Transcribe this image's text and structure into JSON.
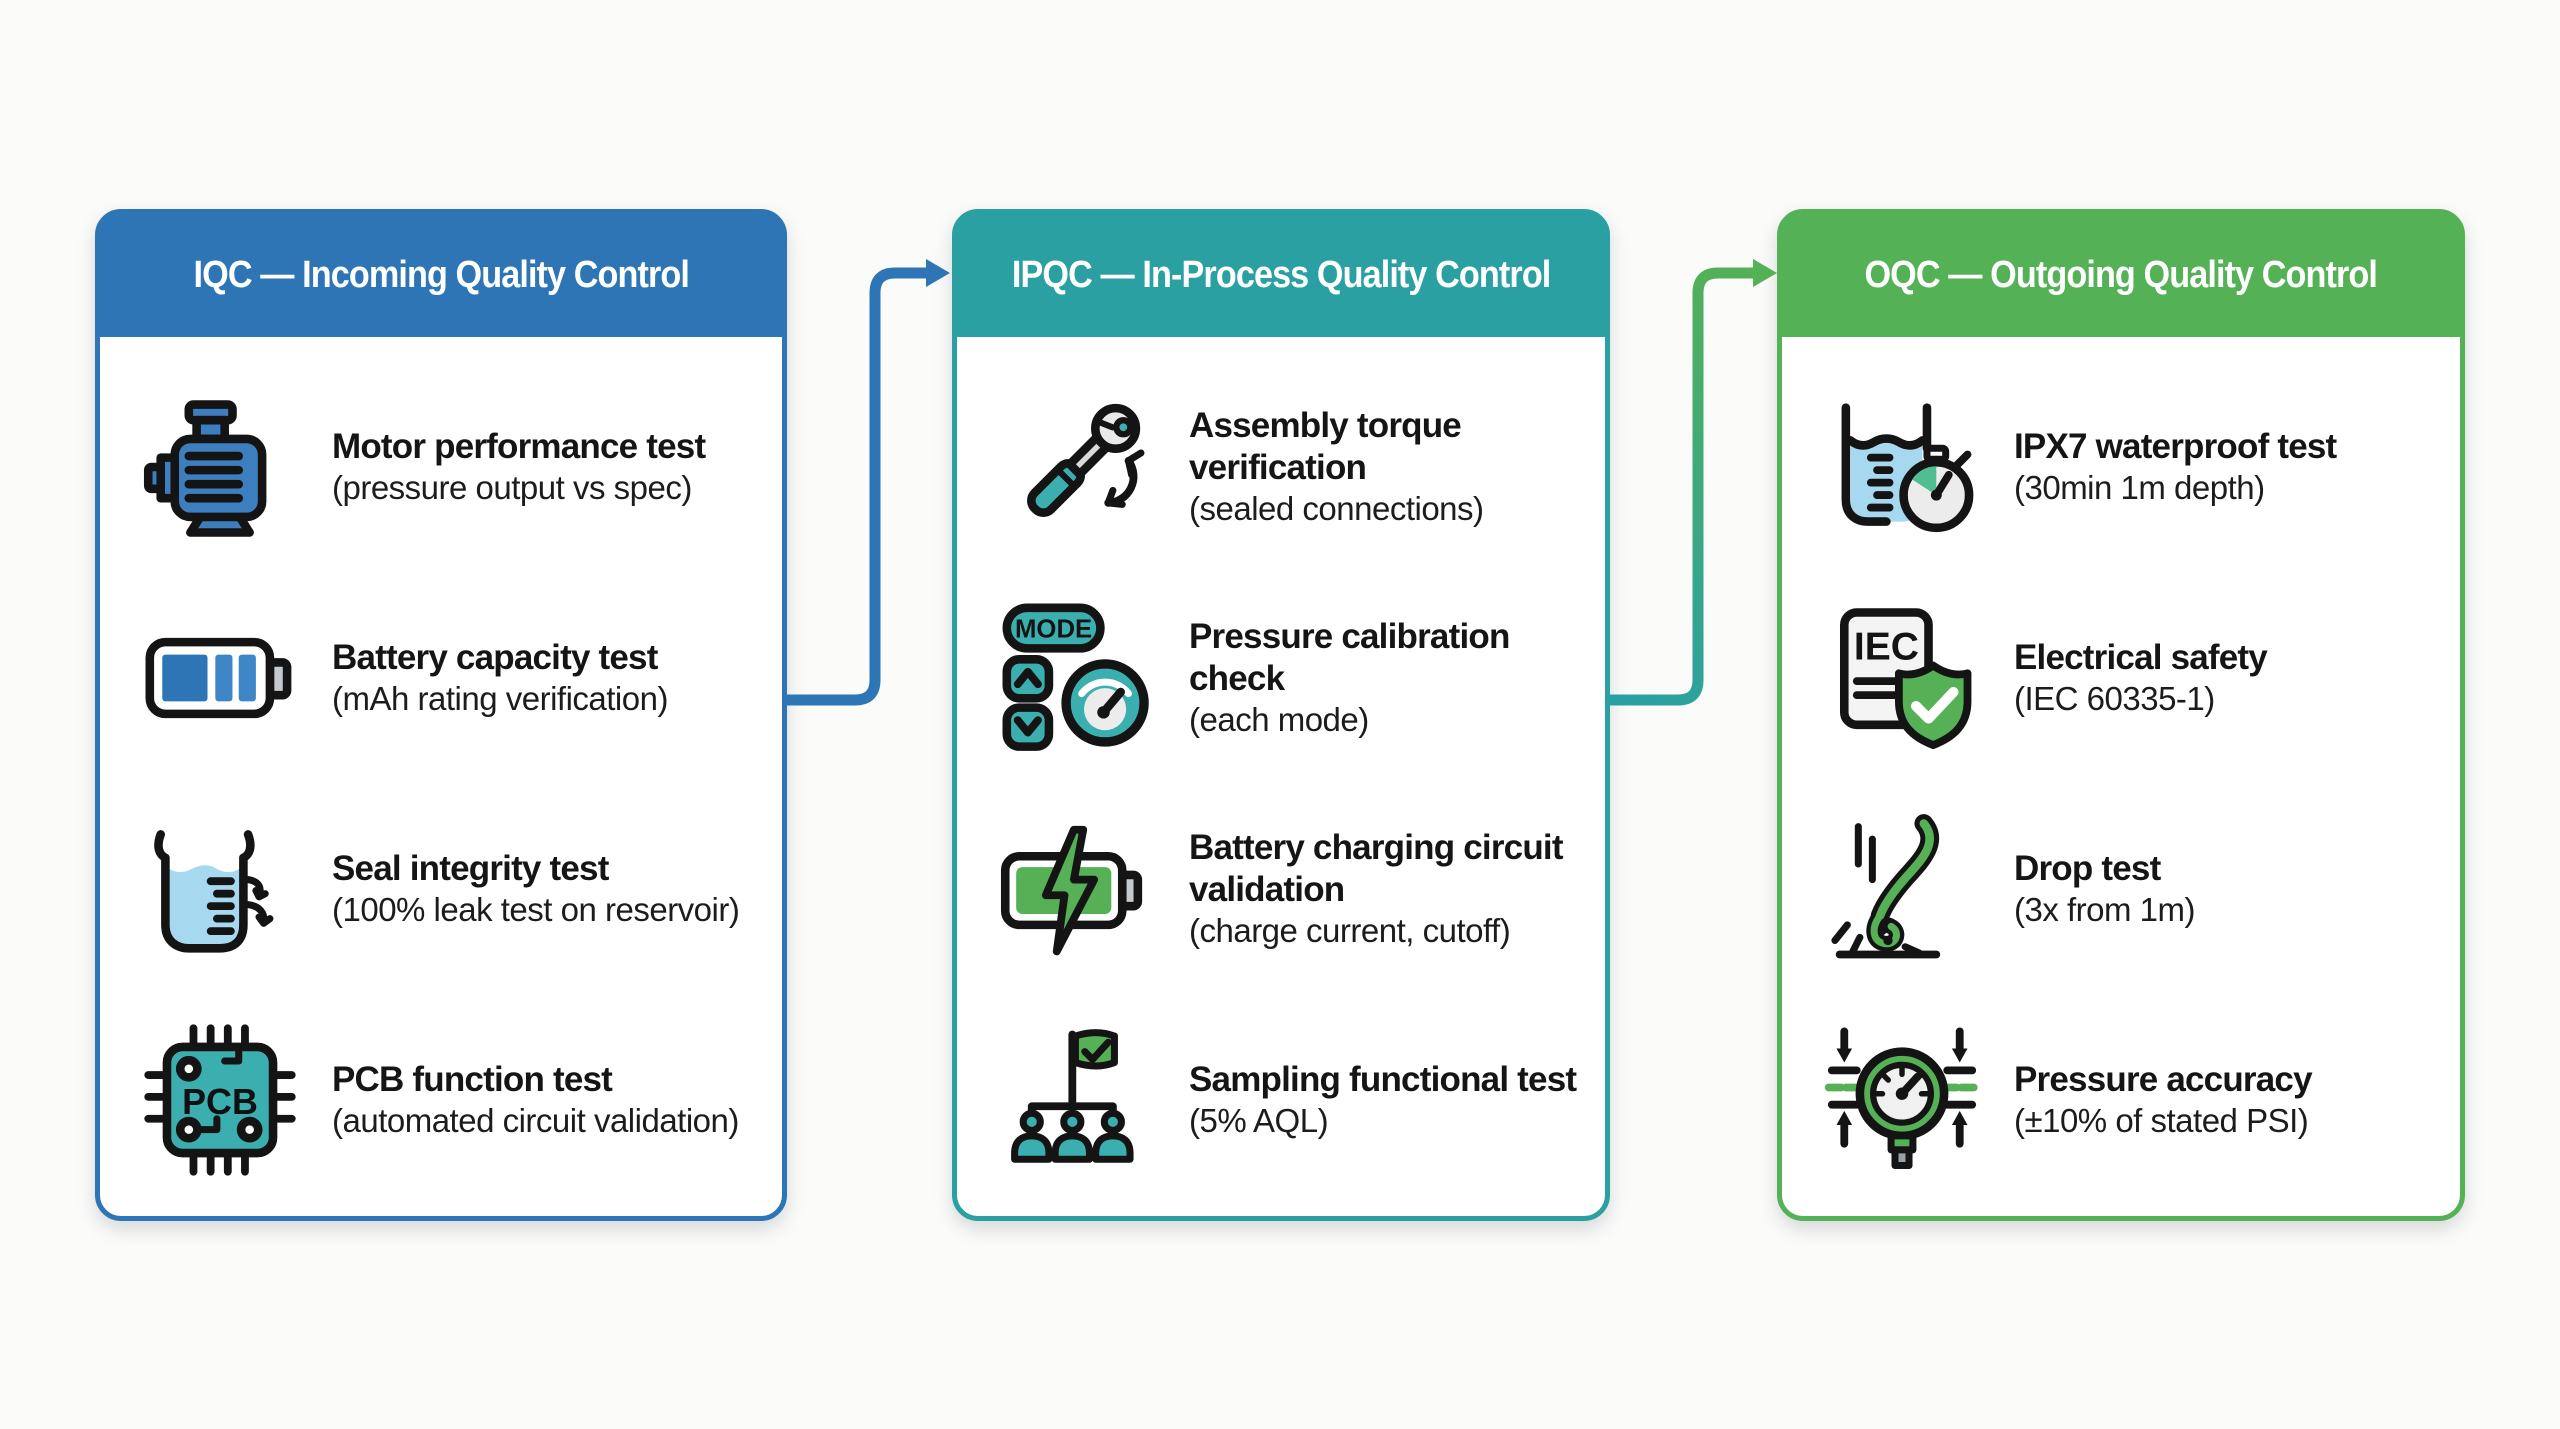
{
  "canvas_background": "#FBFBF9",
  "palette": {
    "ink": "#141414",
    "blue": "#2E75B6",
    "blue2": "#3D7FBE",
    "blue3": "#3E86C6",
    "teal": "#3BAFAF",
    "green": "#56B156",
    "mint": "#52BC93",
    "water": "#A6D9F0",
    "gray": "#C4C9CE",
    "face": "#ECECEC",
    "paper": "#F4F4F4"
  },
  "icon_labels": {
    "pcb": "PCB",
    "mode": "MODE",
    "iec": "IEC"
  },
  "columns": [
    {
      "id": "iqc",
      "title": "IQC — Incoming Quality Control",
      "accent": "#2E75B6",
      "items": [
        {
          "icon": "motor-icon",
          "title": "Motor performance test",
          "subtitle": "(pressure output vs spec)"
        },
        {
          "icon": "battery-icon",
          "title": "Battery capacity test",
          "subtitle": "(mAh rating verification)"
        },
        {
          "icon": "beaker-leak-icon",
          "title": "Seal integrity test",
          "subtitle": "(100% leak test on reservoir)"
        },
        {
          "icon": "pcb-chip-icon",
          "title": "PCB function test",
          "subtitle": "(automated circuit validation)"
        }
      ]
    },
    {
      "id": "ipqc",
      "title": "IPQC — In-Process Quality Control",
      "accent": "#2AA0A2",
      "items": [
        {
          "icon": "torque-wrench-icon",
          "title": "Assembly torque verification",
          "subtitle": "(sealed connections)"
        },
        {
          "icon": "mode-gauge-icon",
          "title": "Pressure calibration check",
          "subtitle": "(each mode)"
        },
        {
          "icon": "charging-battery-icon",
          "title": "Battery charging circuit validation",
          "subtitle": "(charge current, cutoff)"
        },
        {
          "icon": "sampling-tree-icon",
          "title": "Sampling functional test",
          "subtitle": "(5% AQL)",
          "inline": true
        }
      ]
    },
    {
      "id": "oqc",
      "title": "OQC — Outgoing Quality Control",
      "accent": "#55B156",
      "items": [
        {
          "icon": "water-stopwatch-icon",
          "title": "IPX7 waterproof test",
          "subtitle": "(30min 1m depth)"
        },
        {
          "icon": "iec-shield-icon",
          "title": "Electrical safety",
          "subtitle": "(IEC 60335-1)"
        },
        {
          "icon": "drop-test-icon",
          "title": "Drop test",
          "subtitle": "(3x from 1m)"
        },
        {
          "icon": "pressure-gauge-icon",
          "title": "Pressure accuracy",
          "subtitle": "(±10% of stated PSI)"
        }
      ]
    }
  ],
  "connectors": [
    {
      "from": "iqc",
      "to": "ipqc",
      "color_start": "#2E75B6",
      "color_end": "#2E75B6"
    },
    {
      "from": "ipqc",
      "to": "oqc",
      "color_start": "#2AA0A2",
      "color_end": "#55B156"
    }
  ]
}
